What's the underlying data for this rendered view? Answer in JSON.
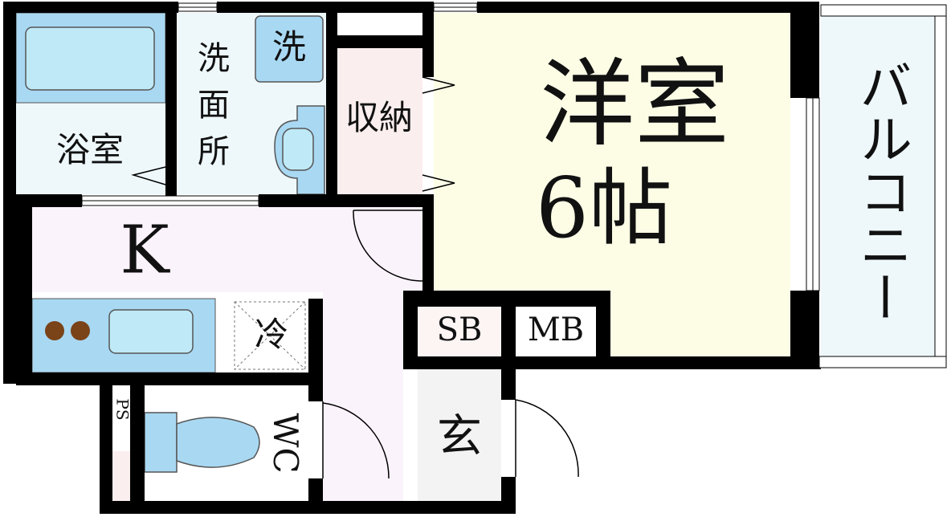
{
  "rooms": {
    "bath": "浴室",
    "washroom": "洗面所",
    "washer": "洗",
    "storage": "収納",
    "western_room": "洋室",
    "western_size": "6帖",
    "balcony": "バルコニー",
    "kitchen": "K",
    "fridge": "冷",
    "shoe_box": "SB",
    "meter_box": "MB",
    "entrance": "玄",
    "toilet": "WC",
    "pipe_space": "PS"
  },
  "colors": {
    "wall": "#000000",
    "wet_area": "#eef8fb",
    "fixture": "#a9d8f2",
    "fixture_accent": "#bfe9f6",
    "storage": "#fbeeee",
    "western_room": "#fdfde6",
    "kitchen_floor": "#fbf3fb",
    "balcony": "#eef8fb",
    "entrance": "#f3f3f3",
    "stove": "#7a4318"
  }
}
